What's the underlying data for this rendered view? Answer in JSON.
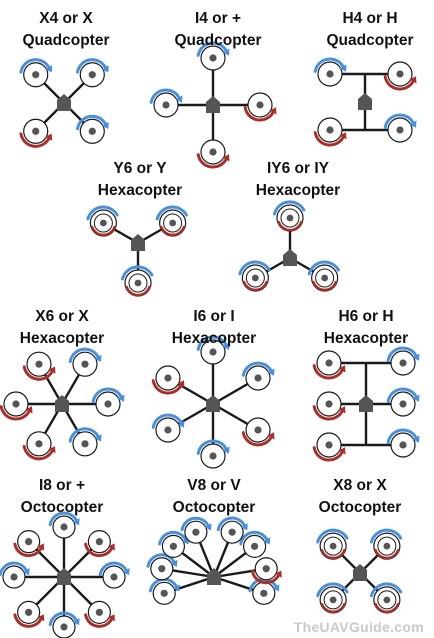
{
  "colors": {
    "frame": "#1a1a1a",
    "body": "#555555",
    "cw_arrow": "#4a90d9",
    "ccw_arrow": "#a8302a",
    "title": "#111111",
    "watermark": "#c9c9c9"
  },
  "icons": {
    "motor": "prop-circle-icon",
    "clockwise": "rotation-arrow-blue-icon",
    "counterclockwise": "rotation-arrow-red-icon",
    "body": "flight-controller-arrow-icon"
  },
  "configs": [
    {
      "id": "x4",
      "title_line1": "X4 or X",
      "title_line2": "Quadcopter",
      "layout": "radial",
      "motors": 4,
      "start_angle": 45,
      "rotations": [
        "cw",
        "cw",
        "ccw",
        "cw"
      ]
    },
    {
      "id": "i4",
      "title_line1": "I4 or +",
      "title_line2": "Quadcopter",
      "layout": "radial",
      "motors": 4,
      "start_angle": 0,
      "rotations": [
        "cw",
        "ccw",
        "ccw",
        "cw"
      ]
    },
    {
      "id": "h4",
      "title_line1": "H4 or H",
      "title_line2": "Quadcopter",
      "layout": "h",
      "motors": 4,
      "rotations": [
        "cw",
        "ccw",
        "ccw",
        "cw"
      ]
    },
    {
      "id": "y6",
      "title_line1": "Y6 or Y",
      "title_line2": "Hexacopter",
      "layout": "coaxial",
      "motors": 6,
      "start_angle": 300,
      "rotations": [
        "cw",
        "cw",
        "cw"
      ]
    },
    {
      "id": "iy6",
      "title_line1": "IY6 or IY",
      "title_line2": "Hexacopter",
      "layout": "coaxial",
      "motors": 6,
      "start_angle": 0,
      "rotations": [
        "cw",
        "cw",
        "cw"
      ]
    },
    {
      "id": "x6",
      "title_line1": "X6 or X",
      "title_line2": "Hexacopter",
      "layout": "radial",
      "motors": 6,
      "start_angle": 30,
      "rotations": [
        "cw",
        "cw",
        "cw",
        "ccw",
        "ccw",
        "ccw"
      ]
    },
    {
      "id": "i6",
      "title_line1": "I6 or I",
      "title_line2": "Hexacopter",
      "layout": "radial",
      "motors": 6,
      "start_angle": 0,
      "rotations": [
        "cw",
        "cw",
        "ccw",
        "cw",
        "cw",
        "ccw"
      ]
    },
    {
      "id": "h6",
      "title_line1": "H6 or H",
      "title_line2": "Hexacopter",
      "layout": "h",
      "motors": 6,
      "rotations": [
        "ccw",
        "ccw",
        "ccw",
        "cw",
        "cw",
        "cw"
      ]
    },
    {
      "id": "i8",
      "title_line1": "I8 or +",
      "title_line2": "Octocopter",
      "layout": "radial",
      "motors": 8,
      "start_angle": 0,
      "rotations": [
        "cw",
        "ccw",
        "cw",
        "ccw",
        "cw",
        "ccw",
        "cw",
        "ccw"
      ]
    },
    {
      "id": "v8",
      "title_line1": "V8 or V",
      "title_line2": "Octocopter",
      "layout": "v",
      "motors": 8,
      "rotations": [
        "cw",
        "cw",
        "cw",
        "cw",
        "cw",
        "ccw",
        "cw",
        "cw"
      ]
    },
    {
      "id": "x8",
      "title_line1": "X8 or X",
      "title_line2": "Octocopter",
      "layout": "coaxial",
      "motors": 8,
      "start_angle": 45,
      "rotations": [
        "cw",
        "cw",
        "cw",
        "cw"
      ]
    }
  ],
  "watermark": "TheUAVGuide.com"
}
